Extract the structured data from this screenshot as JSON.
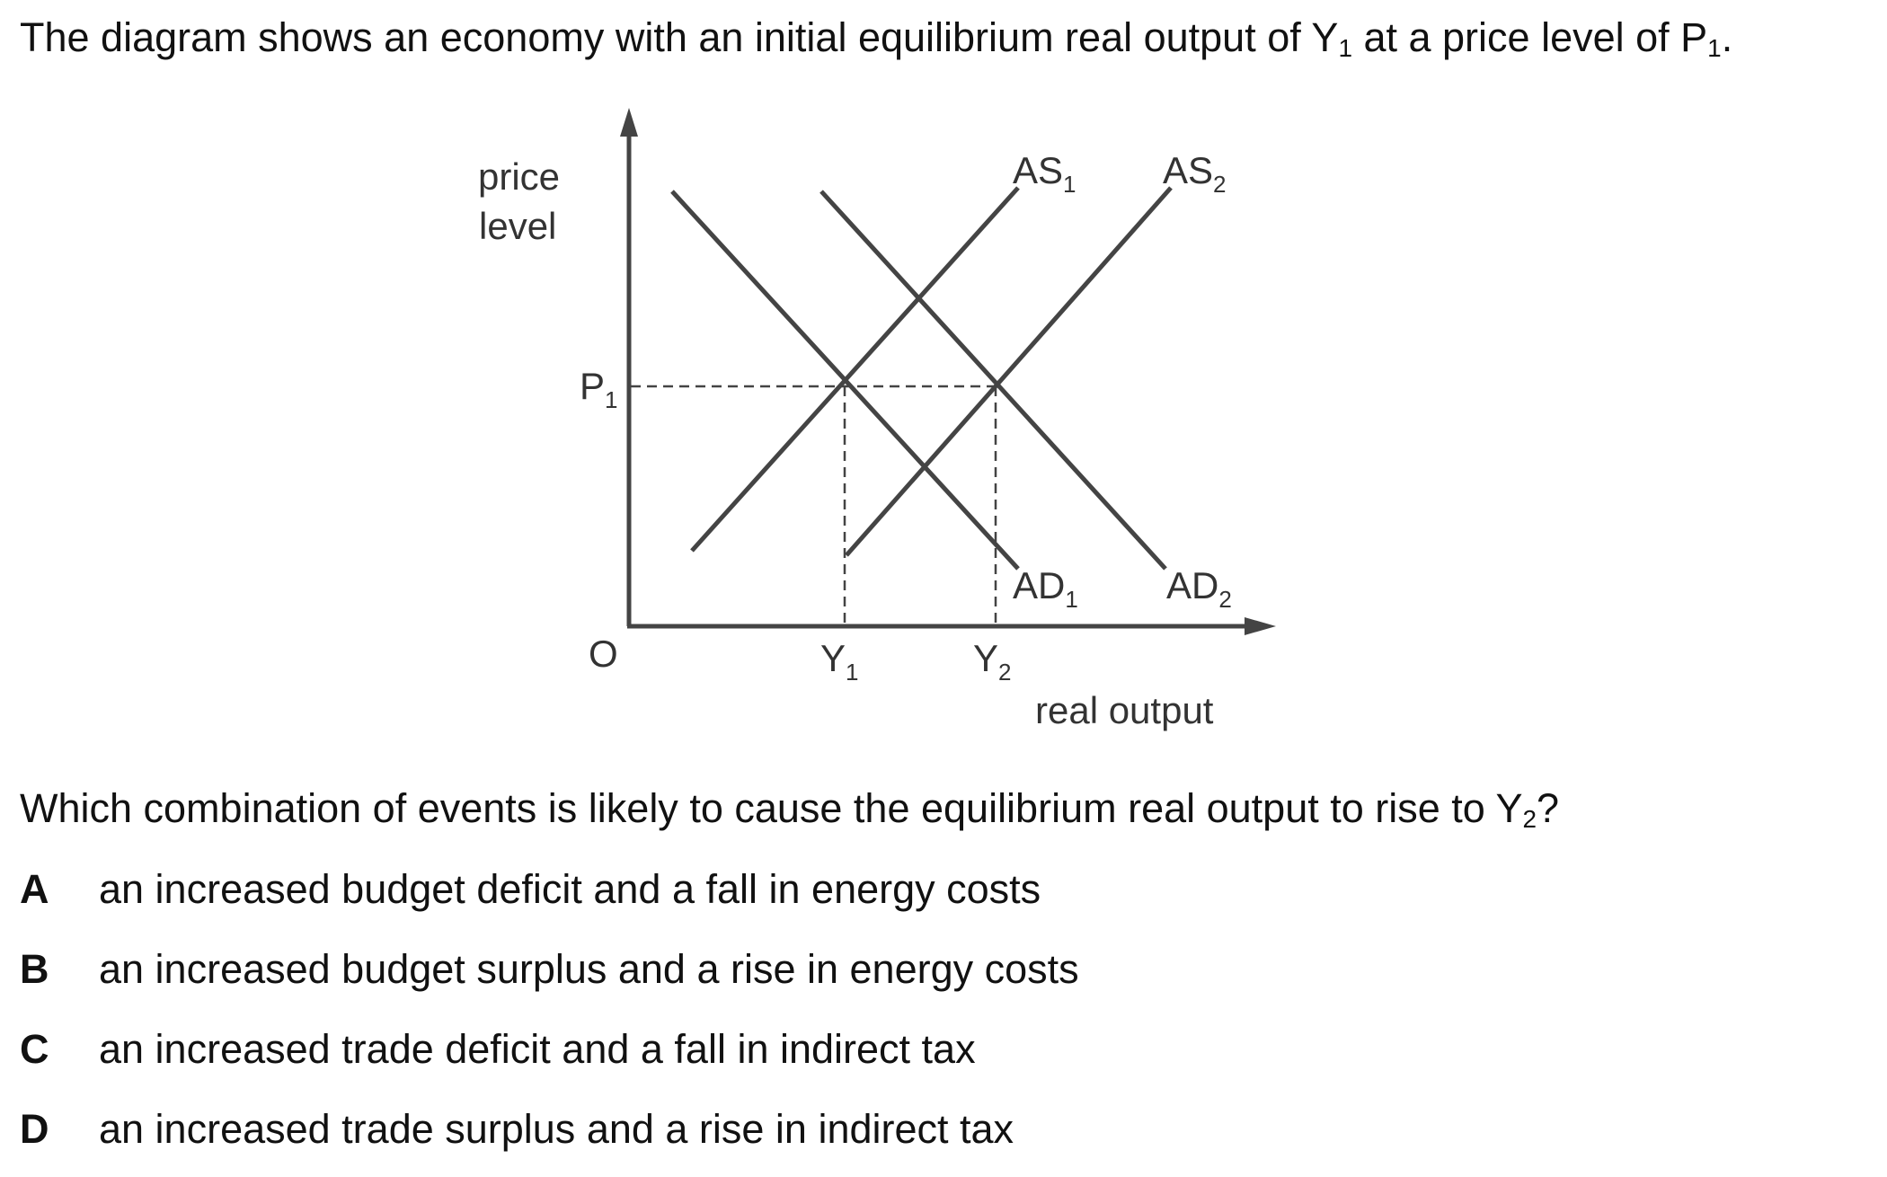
{
  "intro": {
    "text_before": "The diagram shows an economy with an initial equilibrium real output of Y",
    "sub_1": "1",
    "text_middle": " at a price level of P",
    "sub_2": "1",
    "text_after": "."
  },
  "diagram": {
    "y_axis_label_line1": "price",
    "y_axis_label_line2": "level",
    "x_axis_label": "real output",
    "origin_label": "O",
    "price_label": "P",
    "price_sub": "1",
    "output_1_label": "Y",
    "output_1_sub": "1",
    "output_2_label": "Y",
    "output_2_sub": "2",
    "as1_label": "AS",
    "as1_sub": "1",
    "as2_label": "AS",
    "as2_sub": "2",
    "ad1_label": "AD",
    "ad1_sub": "1",
    "ad2_label": "AD",
    "ad2_sub": "2"
  },
  "question": {
    "text_before": "Which combination of events is likely to cause the equilibrium real output to rise to Y",
    "sub": "2",
    "text_after": "?"
  },
  "options": [
    {
      "letter": "A",
      "text": "an increased budget deficit and a fall in energy costs"
    },
    {
      "letter": "B",
      "text": "an increased budget surplus and a rise in energy costs"
    },
    {
      "letter": "C",
      "text": "an increased trade deficit and a fall in indirect tax"
    },
    {
      "letter": "D",
      "text": "an increased trade surplus and a rise in indirect tax"
    }
  ]
}
